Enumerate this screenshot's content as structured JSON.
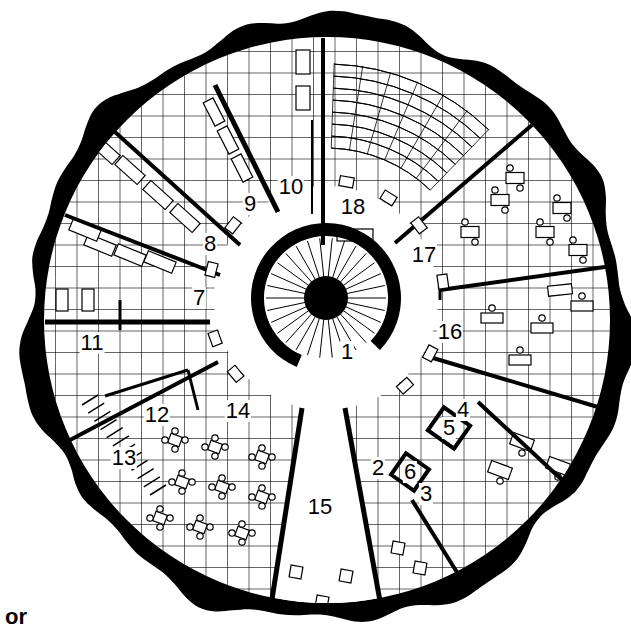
{
  "diagram": {
    "labels": [
      "1",
      "2",
      "3",
      "4",
      "5",
      "6",
      "7",
      "8",
      "9",
      "10",
      "11",
      "12",
      "13",
      "14",
      "15",
      "16",
      "17",
      "18",
      "or"
    ]
  }
}
